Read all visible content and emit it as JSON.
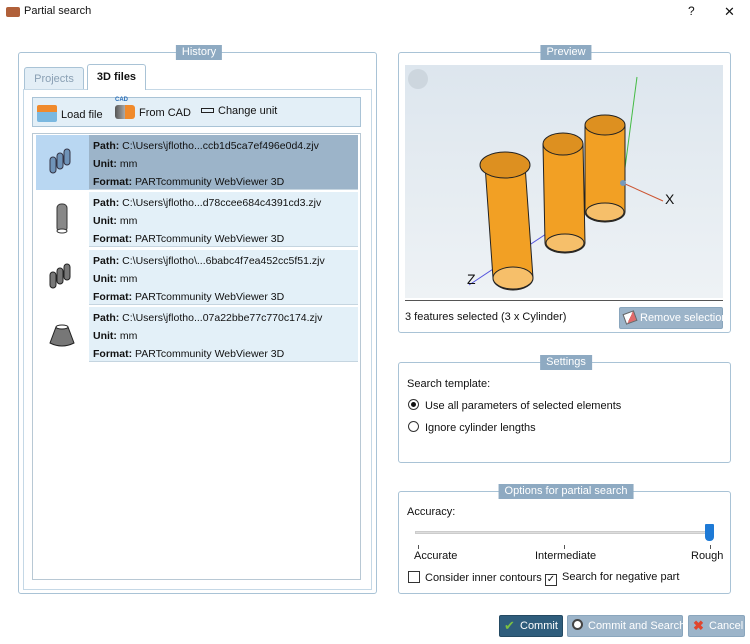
{
  "window": {
    "title": "Partial search",
    "help": "?",
    "close": "✕"
  },
  "history": {
    "legend": "History",
    "tabs": [
      {
        "label": "Projects"
      },
      {
        "label": "3D files"
      }
    ],
    "toolbar": {
      "load_file": "Load file",
      "from_cad": "From CAD",
      "cad_badge": "CAD",
      "change_unit": "Change unit"
    },
    "files": [
      {
        "path_label": "Path:",
        "path": "C:\\Users\\jflotho...ccb1d5ca7ef496e0d4.zjv",
        "unit_label": "Unit:",
        "unit": "mm",
        "format_label": "Format:",
        "format": "PARTcommunity WebViewer 3D"
      },
      {
        "path_label": "Path:",
        "path": "C:\\Users\\jflotho...d78ccee684c4391cd3.zjv",
        "unit_label": "Unit:",
        "unit": "mm",
        "format_label": "Format:",
        "format": "PARTcommunity WebViewer 3D"
      },
      {
        "path_label": "Path:",
        "path": "C:\\Users\\jflotho\\...6babc4f7ea452cc5f51.zjv",
        "unit_label": "Unit:",
        "unit": "mm",
        "format_label": "Format:",
        "format": "PARTcommunity WebViewer 3D"
      },
      {
        "path_label": "Path:",
        "path": "C:\\Users\\jflotho...07a22bbe77c770c174.zjv",
        "unit_label": "Unit:",
        "unit": "mm",
        "format_label": "Format:",
        "format": "PARTcommunity WebViewer 3D"
      }
    ]
  },
  "preview": {
    "legend": "Preview",
    "axis_x": "X",
    "axis_z": "Z",
    "status": "3 features selected (3 x Cylinder)",
    "remove_selection": "Remove selection"
  },
  "settings": {
    "legend": "Settings",
    "template_label": "Search template:",
    "options": [
      {
        "label": "Use all parameters of selected elements",
        "selected": true
      },
      {
        "label": "Ignore cylinder lengths",
        "selected": false
      }
    ]
  },
  "options": {
    "legend": "Options for partial search",
    "accuracy_label": "Accuracy:",
    "ticks": [
      "Accurate",
      "Intermediate",
      "Rough"
    ],
    "accuracy_value": "Rough",
    "consider_inner": {
      "label": "Consider inner contours",
      "checked": false
    },
    "negative_part": {
      "label": "Search for negative part",
      "checked": true
    }
  },
  "buttons": {
    "commit": "Commit",
    "commit_search": "Commit and Search",
    "cancel": "Cancel"
  },
  "colors": {
    "accent": "#8eaac2",
    "selected_row": "#9cb4c9",
    "cylinder": "#f4a01e",
    "commit_bg": "#2f5d7c"
  }
}
